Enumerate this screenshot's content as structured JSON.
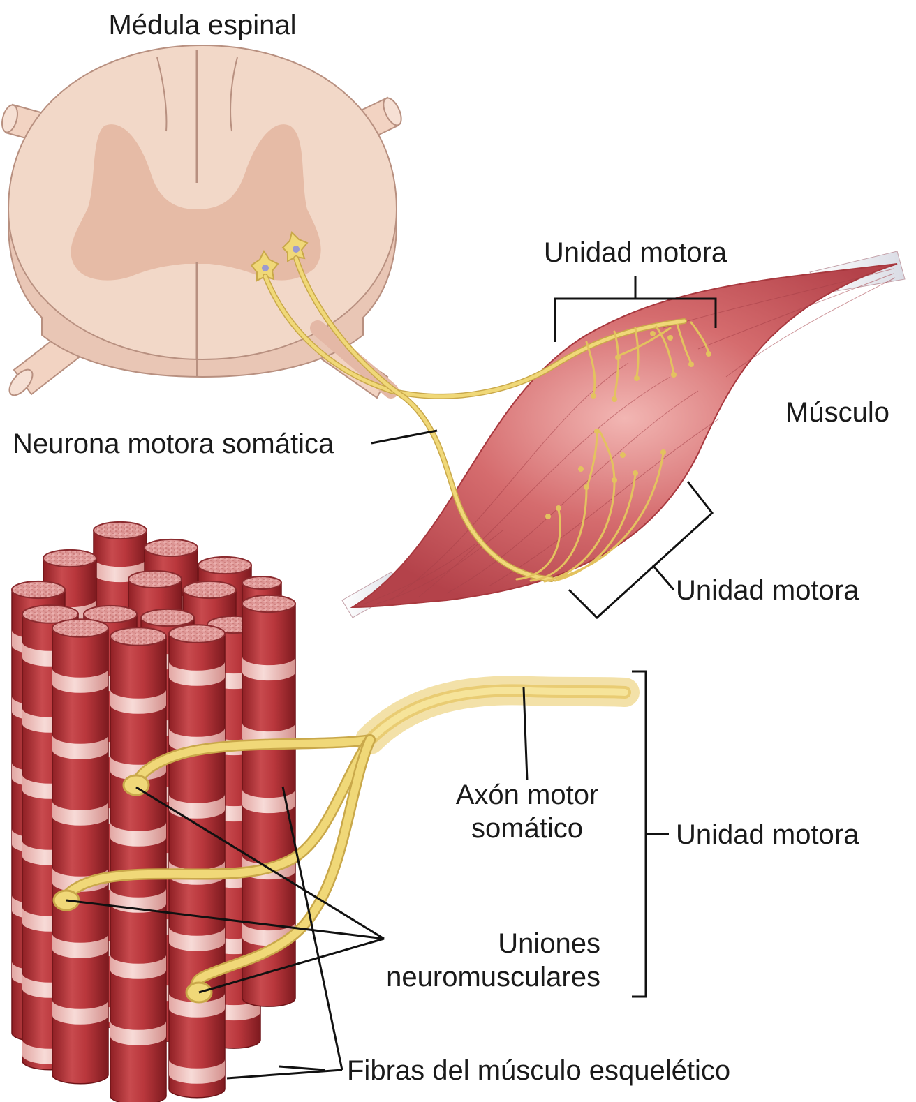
{
  "labels": {
    "spinal_cord": "Médula espinal",
    "motor_unit_top": "Unidad motora",
    "muscle": "Músculo",
    "somatic_motor_neuron": "Neurona motora somática",
    "motor_unit_bottom": "Unidad motora",
    "somatic_motor_axon_line1": "Axón motor",
    "somatic_motor_axon_line2": "somático",
    "motor_unit_right": "Unidad motora",
    "nmj_line1": "Uniones",
    "nmj_line2": "neuromusculares",
    "skeletal_fibers": "Fibras del músculo esquelético"
  },
  "colors": {
    "spinal_white_matter": "#f2d8c8",
    "spinal_gray_matter": "#e6bba6",
    "spinal_edge": "#b89080",
    "nerve": "#f0d878",
    "nerve_edge": "#c9a84a",
    "muscle_body": "#c8555a",
    "muscle_highlight": "#eaa5a5",
    "fiber_red": "#a8282c",
    "fiber_light": "#f3c9c6",
    "fiber_top": "#e8a9a8",
    "tendon": "#eef0f4",
    "leader": "#111111"
  }
}
